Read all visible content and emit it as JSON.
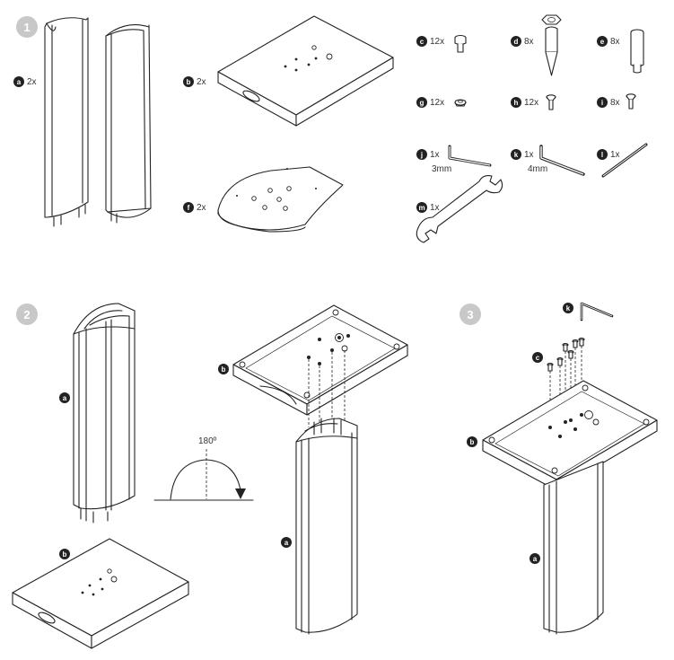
{
  "steps": [
    "1",
    "2",
    "3"
  ],
  "parts": {
    "a": {
      "letter": "a",
      "qty": "2x"
    },
    "b": {
      "letter": "b",
      "qty": "2x"
    },
    "c": {
      "letter": "c",
      "qty": "12x"
    },
    "d": {
      "letter": "d",
      "qty": "8x"
    },
    "e": {
      "letter": "e",
      "qty": "8x"
    },
    "f": {
      "letter": "f",
      "qty": "2x"
    },
    "g": {
      "letter": "g",
      "qty": "12x"
    },
    "h": {
      "letter": "h",
      "qty": "12x"
    },
    "i": {
      "letter": "i",
      "qty": "8x"
    },
    "j": {
      "letter": "j",
      "qty": "1x",
      "size": "3mm"
    },
    "k": {
      "letter": "k",
      "qty": "1x",
      "size": "4mm"
    },
    "l": {
      "letter": "l",
      "qty": "1x"
    },
    "m": {
      "letter": "m",
      "qty": "1x"
    }
  },
  "rotation_label": "180º",
  "colors": {
    "badge": "#222222",
    "step_badge": "#c8c8c8",
    "line": "#222222"
  }
}
